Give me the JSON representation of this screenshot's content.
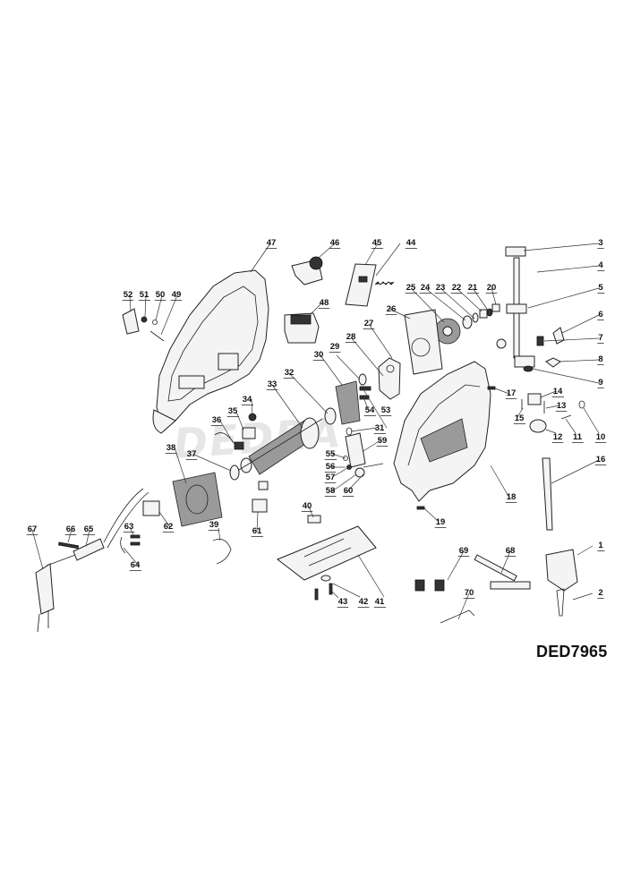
{
  "diagram": {
    "model_code": "DED7965",
    "watermark": "DEDRA",
    "callouts": [
      {
        "id": "1",
        "label": "1"
      },
      {
        "id": "2",
        "label": "2"
      },
      {
        "id": "3",
        "label": "3"
      },
      {
        "id": "4",
        "label": "4"
      },
      {
        "id": "5",
        "label": "5"
      },
      {
        "id": "6",
        "label": "6"
      },
      {
        "id": "7",
        "label": "7"
      },
      {
        "id": "8",
        "label": "8"
      },
      {
        "id": "9",
        "label": "9"
      },
      {
        "id": "10",
        "label": "10"
      },
      {
        "id": "11",
        "label": "11"
      },
      {
        "id": "12",
        "label": "12"
      },
      {
        "id": "13",
        "label": "13"
      },
      {
        "id": "14",
        "label": "14"
      },
      {
        "id": "15",
        "label": "15"
      },
      {
        "id": "16",
        "label": "16"
      },
      {
        "id": "17",
        "label": "17"
      },
      {
        "id": "18",
        "label": "18"
      },
      {
        "id": "19",
        "label": "19"
      },
      {
        "id": "20",
        "label": "20"
      },
      {
        "id": "21",
        "label": "21"
      },
      {
        "id": "22",
        "label": "22"
      },
      {
        "id": "23",
        "label": "23"
      },
      {
        "id": "24",
        "label": "24"
      },
      {
        "id": "25",
        "label": "25"
      },
      {
        "id": "26",
        "label": "26"
      },
      {
        "id": "27",
        "label": "27"
      },
      {
        "id": "28",
        "label": "28"
      },
      {
        "id": "29",
        "label": "29"
      },
      {
        "id": "30",
        "label": "30"
      },
      {
        "id": "31",
        "label": "31"
      },
      {
        "id": "32",
        "label": "32"
      },
      {
        "id": "33",
        "label": "33"
      },
      {
        "id": "34",
        "label": "34"
      },
      {
        "id": "35",
        "label": "35"
      },
      {
        "id": "36",
        "label": "36"
      },
      {
        "id": "37",
        "label": "37"
      },
      {
        "id": "38",
        "label": "38"
      },
      {
        "id": "39",
        "label": "39"
      },
      {
        "id": "40",
        "label": "40"
      },
      {
        "id": "41",
        "label": "41"
      },
      {
        "id": "42",
        "label": "42"
      },
      {
        "id": "43",
        "label": "43"
      },
      {
        "id": "44",
        "label": "44"
      },
      {
        "id": "45",
        "label": "45"
      },
      {
        "id": "46",
        "label": "46"
      },
      {
        "id": "47",
        "label": "47"
      },
      {
        "id": "48",
        "label": "48"
      },
      {
        "id": "49",
        "label": "49"
      },
      {
        "id": "50",
        "label": "50"
      },
      {
        "id": "51",
        "label": "51"
      },
      {
        "id": "52",
        "label": "52"
      },
      {
        "id": "53",
        "label": "53"
      },
      {
        "id": "54",
        "label": "54"
      },
      {
        "id": "55",
        "label": "55"
      },
      {
        "id": "56",
        "label": "56"
      },
      {
        "id": "57",
        "label": "57"
      },
      {
        "id": "58",
        "label": "58"
      },
      {
        "id": "59",
        "label": "59"
      },
      {
        "id": "60",
        "label": "60"
      },
      {
        "id": "61",
        "label": "61"
      },
      {
        "id": "62",
        "label": "62"
      },
      {
        "id": "63",
        "label": "63"
      },
      {
        "id": "64",
        "label": "64"
      },
      {
        "id": "65",
        "label": "65"
      },
      {
        "id": "66",
        "label": "66"
      },
      {
        "id": "67",
        "label": "67"
      },
      {
        "id": "68",
        "label": "68"
      },
      {
        "id": "69",
        "label": "69"
      },
      {
        "id": "70",
        "label": "70"
      }
    ]
  }
}
